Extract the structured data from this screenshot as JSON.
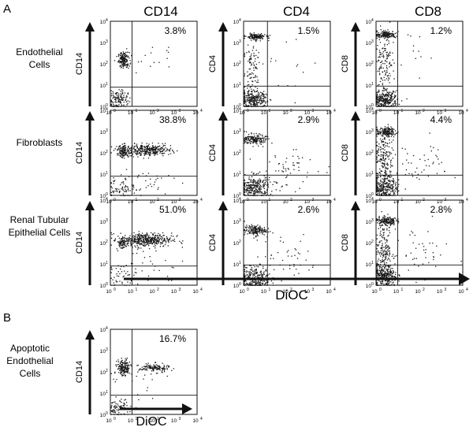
{
  "figure": {
    "panel_labels": [
      "A",
      "B"
    ],
    "column_headers": [
      "CD14",
      "CD4",
      "CD8"
    ],
    "row_labels": [
      [
        "Endothelial",
        "Cells"
      ],
      [
        "Fibroblasts"
      ],
      [
        "Renal Tubular",
        "Epithelial Cells"
      ]
    ],
    "b_row_label": [
      "Apoptotic",
      "Endothelial",
      "Cells"
    ],
    "y_axis_labels": [
      "CD14",
      "CD4",
      "CD8"
    ],
    "x_axis_label": "DiOC",
    "tick_labels": [
      "10",
      "10",
      "10",
      "10",
      "10"
    ],
    "tick_exponents": [
      "0",
      "1",
      "2",
      "3",
      "4"
    ],
    "colors": {
      "ink": "#111111",
      "dots": "#1a1a1a",
      "background": "#ffffff"
    }
  },
  "chart_data": {
    "type": "scatter",
    "description_units": "log10 fluorescence (10^0 to 10^4)",
    "xlim": [
      0,
      4
    ],
    "ylim": [
      0,
      4
    ],
    "x_scale": "log",
    "y_scale": "log",
    "xlabel": "DiOC",
    "grid": false,
    "panels": [
      {
        "id": "A-endothelial-CD14",
        "row": 0,
        "col": 0,
        "ylabel": "CD14",
        "quadrant_gate": [
          1.0,
          0.9
        ],
        "percent_label": "3.8%",
        "clusters": [
          {
            "cx": 0.6,
            "cy": 2.2,
            "sx": 0.13,
            "sy": 0.18,
            "n": 170
          },
          {
            "cx": 0.35,
            "cy": 0.35,
            "sx": 0.22,
            "sy": 0.25,
            "n": 130
          },
          {
            "cx": 2.0,
            "cy": 2.2,
            "sx": 0.6,
            "sy": 0.3,
            "n": 14
          }
        ]
      },
      {
        "id": "A-endothelial-CD4",
        "row": 0,
        "col": 1,
        "ylabel": "CD4",
        "quadrant_gate": [
          1.1,
          0.95
        ],
        "percent_label": "1.5%",
        "clusters": [
          {
            "cx": 0.55,
            "cy": 3.3,
            "sx": 0.22,
            "sy": 0.06,
            "n": 170
          },
          {
            "cx": 0.45,
            "cy": 0.3,
            "sx": 0.3,
            "sy": 0.22,
            "n": 280
          },
          {
            "cx": 0.4,
            "cy": 1.8,
            "sx": 0.22,
            "sy": 0.75,
            "n": 100
          },
          {
            "cx": 2.1,
            "cy": 2.0,
            "sx": 0.7,
            "sy": 0.9,
            "n": 14
          }
        ]
      },
      {
        "id": "A-endothelial-CD8",
        "row": 0,
        "col": 2,
        "ylabel": "CD8",
        "quadrant_gate": [
          1.0,
          0.95
        ],
        "percent_label": "1.2%",
        "clusters": [
          {
            "cx": 0.45,
            "cy": 3.4,
            "sx": 0.22,
            "sy": 0.08,
            "n": 160
          },
          {
            "cx": 0.4,
            "cy": 0.3,
            "sx": 0.28,
            "sy": 0.22,
            "n": 280
          },
          {
            "cx": 0.35,
            "cy": 1.9,
            "sx": 0.22,
            "sy": 0.8,
            "n": 140
          },
          {
            "cx": 2.0,
            "cy": 2.5,
            "sx": 0.6,
            "sy": 0.7,
            "n": 10
          }
        ]
      },
      {
        "id": "A-fibroblasts-CD14",
        "row": 1,
        "col": 0,
        "ylabel": "CD14",
        "quadrant_gate": [
          1.0,
          0.9
        ],
        "percent_label": "38.8%",
        "clusters": [
          {
            "cx": 0.6,
            "cy": 2.1,
            "sx": 0.15,
            "sy": 0.15,
            "n": 120
          },
          {
            "cx": 1.7,
            "cy": 2.15,
            "sx": 0.55,
            "sy": 0.13,
            "n": 330
          },
          {
            "cx": 0.45,
            "cy": 0.35,
            "sx": 0.35,
            "sy": 0.3,
            "n": 80
          },
          {
            "cx": 1.5,
            "cy": 0.6,
            "sx": 0.7,
            "sy": 0.4,
            "n": 30
          }
        ]
      },
      {
        "id": "A-fibroblasts-CD4",
        "row": 1,
        "col": 1,
        "ylabel": "CD4",
        "quadrant_gate": [
          1.1,
          0.95
        ],
        "percent_label": "2.9%",
        "clusters": [
          {
            "cx": 0.5,
            "cy": 2.65,
            "sx": 0.25,
            "sy": 0.12,
            "n": 170
          },
          {
            "cx": 0.5,
            "cy": 0.4,
            "sx": 0.35,
            "sy": 0.28,
            "n": 280
          },
          {
            "cx": 2.0,
            "cy": 1.2,
            "sx": 0.7,
            "sy": 0.5,
            "n": 60
          }
        ]
      },
      {
        "id": "A-fibroblasts-CD8",
        "row": 1,
        "col": 2,
        "ylabel": "CD8",
        "quadrant_gate": [
          1.0,
          0.95
        ],
        "percent_label": "4.4%",
        "clusters": [
          {
            "cx": 0.45,
            "cy": 3.0,
            "sx": 0.22,
            "sy": 0.1,
            "n": 150
          },
          {
            "cx": 0.4,
            "cy": 0.4,
            "sx": 0.28,
            "sy": 0.28,
            "n": 270
          },
          {
            "cx": 0.35,
            "cy": 1.7,
            "sx": 0.22,
            "sy": 0.7,
            "n": 200
          },
          {
            "cx": 2.0,
            "cy": 1.5,
            "sx": 0.75,
            "sy": 0.6,
            "n": 50
          }
        ]
      },
      {
        "id": "A-renal-CD14",
        "row": 2,
        "col": 0,
        "ylabel": "CD14",
        "quadrant_gate": [
          1.0,
          0.9
        ],
        "percent_label": "51.0%",
        "clusters": [
          {
            "cx": 1.6,
            "cy": 2.15,
            "sx": 0.6,
            "sy": 0.16,
            "n": 430
          },
          {
            "cx": 0.5,
            "cy": 2.0,
            "sx": 0.12,
            "sy": 0.15,
            "n": 60
          },
          {
            "cx": 0.5,
            "cy": 0.4,
            "sx": 0.35,
            "sy": 0.3,
            "n": 50
          },
          {
            "cx": 1.8,
            "cy": 1.0,
            "sx": 0.8,
            "sy": 0.5,
            "n": 30
          }
        ]
      },
      {
        "id": "A-renal-CD4",
        "row": 2,
        "col": 1,
        "ylabel": "CD4",
        "quadrant_gate": [
          1.1,
          0.95
        ],
        "percent_label": "2.6%",
        "clusters": [
          {
            "cx": 0.5,
            "cy": 2.6,
            "sx": 0.25,
            "sy": 0.12,
            "n": 170
          },
          {
            "cx": 0.5,
            "cy": 0.35,
            "sx": 0.35,
            "sy": 0.28,
            "n": 280
          },
          {
            "cx": 2.0,
            "cy": 1.3,
            "sx": 0.7,
            "sy": 0.6,
            "n": 45
          }
        ]
      },
      {
        "id": "A-renal-CD8",
        "row": 2,
        "col": 2,
        "ylabel": "CD8",
        "quadrant_gate": [
          1.0,
          0.95
        ],
        "percent_label": "2.8%",
        "clusters": [
          {
            "cx": 0.45,
            "cy": 3.05,
            "sx": 0.22,
            "sy": 0.1,
            "n": 150
          },
          {
            "cx": 0.4,
            "cy": 0.4,
            "sx": 0.28,
            "sy": 0.28,
            "n": 260
          },
          {
            "cx": 0.35,
            "cy": 1.7,
            "sx": 0.22,
            "sy": 0.7,
            "n": 200
          },
          {
            "cx": 2.0,
            "cy": 1.6,
            "sx": 0.7,
            "sy": 0.6,
            "n": 40
          }
        ]
      },
      {
        "id": "B-apoptotic-CD14",
        "row": 3,
        "col": 0,
        "ylabel": "CD14",
        "quadrant_gate": [
          1.0,
          0.9
        ],
        "percent_label": "16.7%",
        "clusters": [
          {
            "cx": 0.6,
            "cy": 2.2,
            "sx": 0.15,
            "sy": 0.2,
            "n": 170
          },
          {
            "cx": 2.0,
            "cy": 2.2,
            "sx": 0.35,
            "sy": 0.1,
            "n": 130
          },
          {
            "cx": 0.35,
            "cy": 0.3,
            "sx": 0.22,
            "sy": 0.22,
            "n": 80
          },
          {
            "cx": 1.3,
            "cy": 1.1,
            "sx": 0.6,
            "sy": 0.6,
            "n": 20
          }
        ]
      }
    ]
  }
}
